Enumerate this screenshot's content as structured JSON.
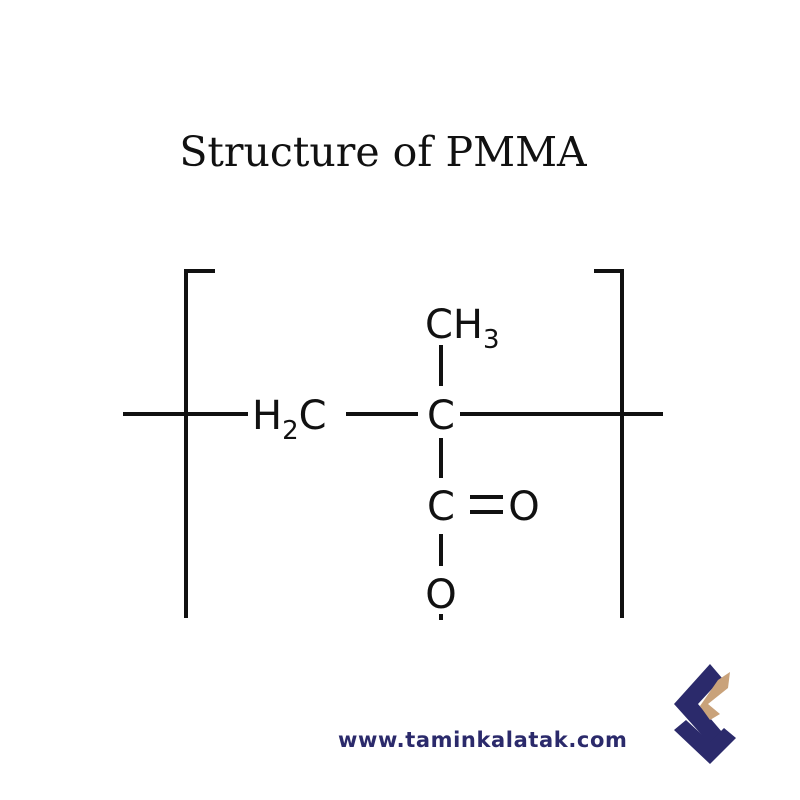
{
  "title": "Structure of PMMA",
  "structure": {
    "ch3": {
      "symbol": "CH",
      "subscript": "3"
    },
    "h2c": {
      "prefix": "H",
      "subscript": "2",
      "suffix": "C"
    },
    "backbone_carbon": "C",
    "carbonyl_carbon": "C",
    "carbonyl_oxygen": "O",
    "ester_oxygen": "O",
    "double_bond_symbol": "="
  },
  "footer": {
    "website": "www.taminkalatak.com"
  },
  "colors": {
    "text": "#111111",
    "brand_navy": "#2b2a6b",
    "brand_gold": "#c9a27a"
  },
  "icons": {
    "logo": "taminkalatak-logo-icon"
  }
}
